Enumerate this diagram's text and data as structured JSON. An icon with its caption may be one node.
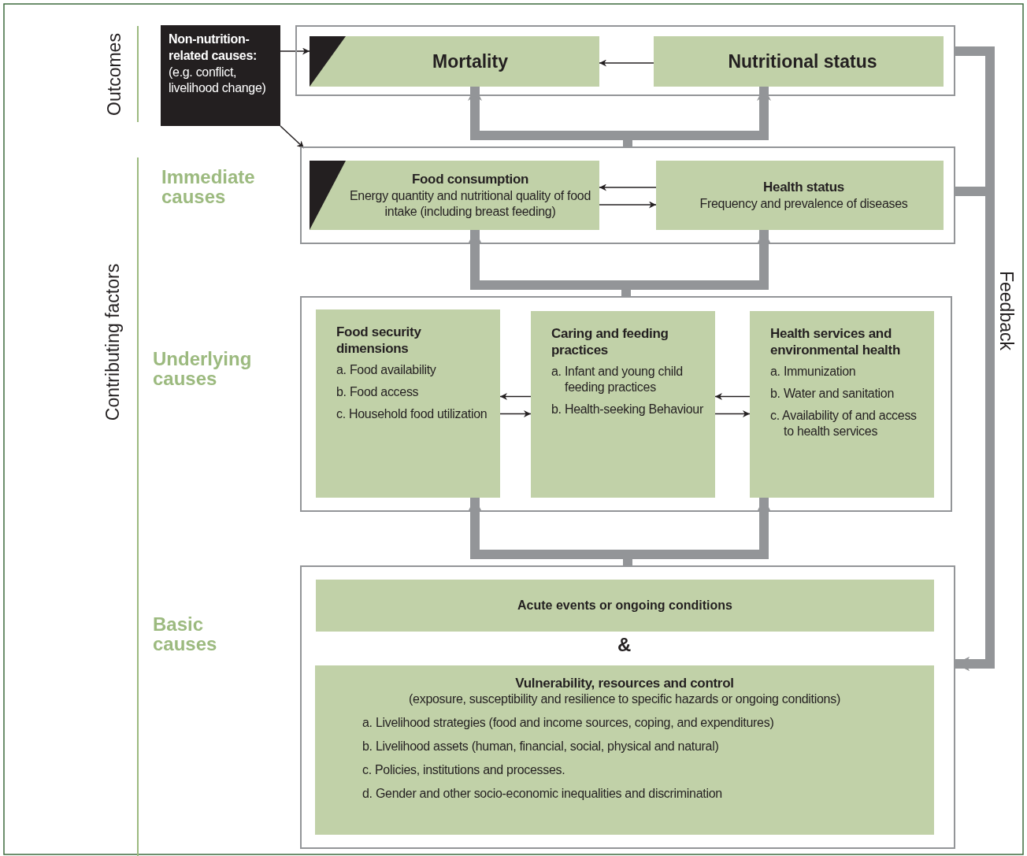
{
  "diagram": {
    "nodes": [
      {
        "text": [],
        "shape": "box"
      },
      {
        "text": [
          "Mortality"
        ],
        "in": 0
      },
      {
        "text": [
          "Nutritional status"
        ],
        "in": 0
      },
      {
        "text": [
          "**Non-nutrition-related causes:** (e.g. conflict, livelihood change)"
        ]
      },
      {
        "text": [],
        "shape": "box"
      },
      {
        "text": [
          "Food consumption",
          "Energy quantity and nutritional quality of food intake (including breast feeding)"
        ],
        "in": 4
      },
      {
        "text": [
          "Health status",
          "Frequency and prevalence of diseases"
        ],
        "in": 4
      },
      {
        "text": [],
        "shape": "box"
      },
      {
        "text": [
          "Food security dimensions",
          "a. Food availability",
          "b. Food access",
          "c. Household food utilization"
        ],
        "in": 7
      },
      {
        "text": [
          "Caring and feeding practices",
          "a. Infant and young child feeding practices",
          "b. Health-seeking Behaviour"
        ],
        "in": 7
      },
      {
        "text": [
          "Health services and environmental health",
          "a. Immunization",
          "b. Water and sanitation",
          "c. Availability of and access to health services"
        ],
        "in": 7
      },
      {
        "text": [],
        "shape": "box"
      },
      {
        "text": [
          "Acute events or ongoing conditions"
        ],
        "in": 11
      },
      {
        "text": [
          "Vulnerability, resources and control",
          "(exposure, susceptibility and resilience to specific hazards or ongoing conditions)",
          "a. Livelihood strategies (food and income sources, coping, and expenditures)",
          "b. Livelihood assets (human, financial, social, physical and natural)",
          "c. Policies, institutions and processes.",
          "d. Gender and other socio-economic inequalities and discrimination"
        ],
        "in": 11
      }
    ],
    "edges": [
      {
        "from": 3,
        "to": 1,
        "arrow": "to",
        "color": "#231f20"
      },
      {
        "from": 3,
        "to": 4,
        "arrow": "to",
        "color": "#231f20"
      },
      {
        "from": 2,
        "to": 1,
        "arrow": "to",
        "color": "#231f20"
      },
      {
        "from": 4,
        "to": 1,
        "arrow": "to",
        "style": "thick",
        "color": "#939598"
      },
      {
        "from": 4,
        "to": 2,
        "arrow": "to",
        "style": "thick",
        "color": "#939598"
      },
      {
        "from": 6,
        "to": 5,
        "arrow": "to",
        "color": "#231f20"
      },
      {
        "from": 5,
        "to": 6,
        "arrow": "to",
        "color": "#231f20"
      },
      {
        "from": 7,
        "to": 5,
        "arrow": "to",
        "style": "thick",
        "color": "#939598"
      },
      {
        "from": 7,
        "to": 6,
        "arrow": "to",
        "style": "thick",
        "color": "#939598"
      },
      {
        "from": 9,
        "to": 8,
        "arrow": "to",
        "color": "#231f20"
      },
      {
        "from": 8,
        "to": 9,
        "arrow": "to",
        "color": "#231f20"
      },
      {
        "from": 10,
        "to": 9,
        "arrow": "to",
        "color": "#231f20"
      },
      {
        "from": 9,
        "to": 10,
        "arrow": "to",
        "color": "#231f20"
      },
      {
        "from": 11,
        "to": 8,
        "arrow": "to",
        "style": "thick",
        "color": "#939598"
      },
      {
        "from": 11,
        "to": 10,
        "arrow": "to",
        "style": "thick",
        "color": "#939598"
      },
      {
        "from": 0,
        "to": 11,
        "arrow": "to",
        "style": "thick",
        "color": "#939598"
      },
      {
        "from": 4,
        "to": 11,
        "arrow": "to",
        "style": "thick",
        "color": "#939598"
      }
    ],
    "labels": [
      "Outcomes",
      "Immediate causes",
      "Contributing factors",
      "Underlying causes",
      "Basic causes",
      "&",
      "Feedback"
    ]
  }
}
